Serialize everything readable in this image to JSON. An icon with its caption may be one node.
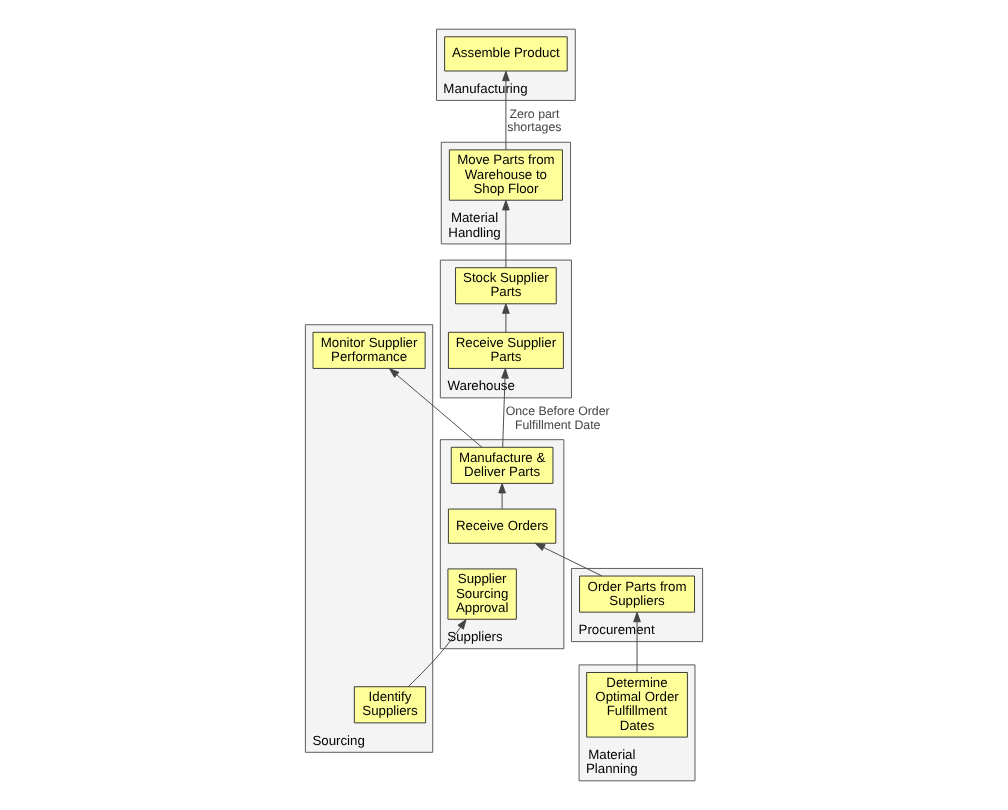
{
  "diagram": {
    "nodes": [
      {
        "text": [
          "Manufacturing"
        ]
      },
      {
        "text": [
          "Material Handling"
        ]
      },
      {
        "text": [
          "Warehouse"
        ]
      },
      {
        "text": [
          "Procurement"
        ]
      },
      {
        "text": [
          "Material Planning"
        ]
      },
      {
        "text": [
          "Sourcing"
        ]
      },
      {
        "text": [
          "Suppliers"
        ]
      },
      {
        "text": [
          "Assemble Product"
        ],
        "in": 0
      },
      {
        "text": [
          "Move Parts from Warehouse to Shop Floor"
        ],
        "in": 1
      },
      {
        "text": [
          "Receive Supplier Parts"
        ],
        "in": 2
      },
      {
        "text": [
          "Stock Supplier Parts"
        ],
        "in": 2
      },
      {
        "text": [
          "Order Parts from Suppliers"
        ],
        "in": 3
      },
      {
        "text": [
          "Determine Optimal Order Fulfillment Dates"
        ],
        "in": 4
      },
      {
        "text": [
          "Identify Suppliers"
        ],
        "in": 5
      },
      {
        "text": [
          "Monitor Supplier Performance"
        ],
        "in": 5
      },
      {
        "text": [
          "Supplier Sourcing Approval"
        ],
        "in": 6
      },
      {
        "text": [
          "Receive Orders"
        ],
        "in": 6
      },
      {
        "text": [
          "Manufacture & Deliver Parts"
        ],
        "in": 6
      }
    ],
    "edges": [
      {
        "from": 12,
        "to": 11,
        "arrow": "to"
      },
      {
        "from": 11,
        "to": 16,
        "arrow": "to"
      },
      {
        "from": 16,
        "to": 17,
        "arrow": "to"
      },
      {
        "from": 17,
        "to": 9,
        "arrow": "to",
        "label": "Once Before Order Fulfillment Date"
      },
      {
        "from": 17,
        "to": 14,
        "arrow": "to"
      },
      {
        "from": 9,
        "to": 10,
        "arrow": "to"
      },
      {
        "from": 10,
        "to": 8,
        "arrow": "to"
      },
      {
        "from": 8,
        "to": 7,
        "arrow": "to",
        "label": "Zero part shortages"
      },
      {
        "from": 13,
        "to": 15,
        "arrow": "to"
      }
    ]
  }
}
